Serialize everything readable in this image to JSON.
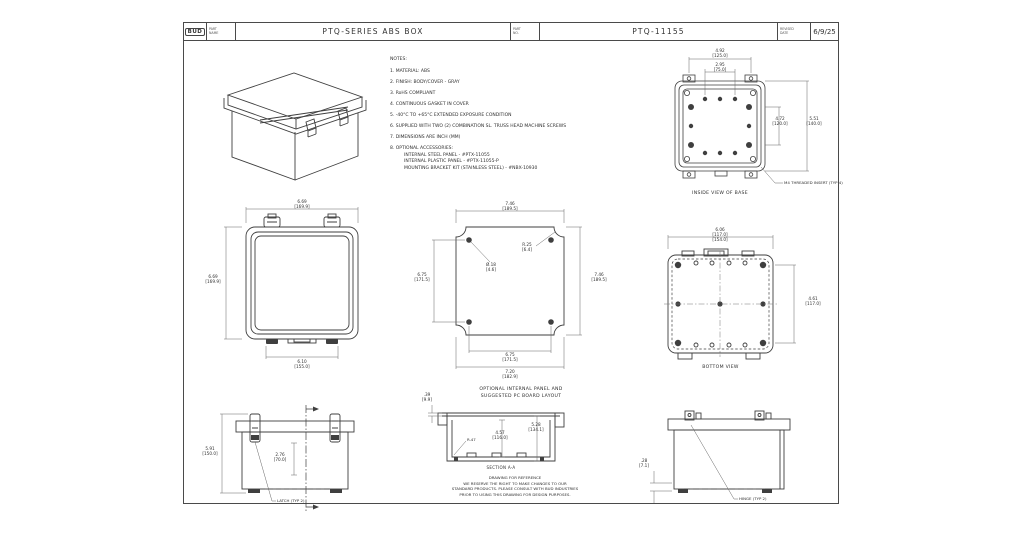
{
  "title_block": {
    "logo": "BUD",
    "part_name_label": "PART\nNAME",
    "part_name": "PTQ-SERIES ABS BOX",
    "part_no_label": "PART\nNO.",
    "part_no": "PTQ-11155",
    "revised_label": "REVISED\nDATE",
    "revised_date": "6/9/25"
  },
  "notes": {
    "heading": "NOTES:",
    "items": [
      "1.   MATERIAL: ABS",
      "2.   FINISH: BODY/COVER - GRAY",
      "3.   RoHS COMPLIANT",
      "4.   CONTINUOUS GASKET IN COVER",
      "5.   -40°C TO +65°C EXTENDED EXPOSURE CONDITION",
      "6.   SUPPLIED WITH TWO (2) COMBINATION SL. TRUSS HEAD MACHINE SCREWS",
      "7.   DIMENSIONS ARE INCH (MM)",
      "8.   OPTIONAL ACCESSORIES:"
    ],
    "accessories": [
      "INTERNAL STEEL PANEL - #PTX-11055",
      "INTERNAL PLASTIC PANEL - #PTX-11055-P",
      "MOUNTING BRACKET KIT (STAINLESS STEEL) - #NBX-10930"
    ]
  },
  "views": {
    "inside_base": {
      "caption": "INSIDE VIEW OF BASE",
      "dim_width_outer": "4.92",
      "dim_width_outer_mm": "[125.0]",
      "dim_width_inner": "2.95",
      "dim_width_inner_mm": "[75.0]",
      "dim_height_inner": "4.72",
      "dim_height_inner_mm": "[120.0]",
      "dim_height_outer": "5.51",
      "dim_height_outer_mm": "[140.0]",
      "insert_note": "M4 THREADED INSERT (TYP 4)"
    },
    "cover": {
      "dim_width": "6.69",
      "dim_width_mm": "[169.9]",
      "dim_height": "6.69",
      "dim_height_mm": "[169.9]",
      "dim_bottom": "6.10",
      "dim_bottom_mm": "[155.0]"
    },
    "panel": {
      "caption_1": "OPTIONAL INTERNAL PANEL AND",
      "caption_2": "SUGGESTED PC BOARD LAYOUT",
      "dim_width": "7.46",
      "dim_width_mm": "[189.5]",
      "dim_height": "7.46",
      "dim_height_mm": "[189.5]",
      "dim_holes_v": "6.75",
      "dim_holes_v_mm": "[171.5]",
      "dim_holes_h": "6.75",
      "dim_holes_h_mm": "[171.5]",
      "dim_bottom_outer": "7.20",
      "dim_bottom_outer_mm": "[182.9]",
      "hole_callout": "Ø.18",
      "hole_callout_mm": "[4.6]",
      "radius_callout": "R.25",
      "radius_callout_mm": "[6.4]"
    },
    "bottom": {
      "caption": "BOTTOM VIEW",
      "dim_width": "6.06",
      "dim_width_mm": "[154.0]",
      "dim_height": "4.61",
      "dim_height_mm": "[117.0]"
    },
    "side_latch": {
      "dim_height": "5.91",
      "dim_height_mm": "[150.0]",
      "dim_inner": "2.76",
      "dim_inner_mm": "[70.0]",
      "latch_note": "LATCH (TYP 2)"
    },
    "section": {
      "caption": "SECTION A-A",
      "dim_lip": ".39",
      "dim_lip_mm": "[9.9]",
      "dim_depth_inner": "4.57",
      "dim_depth_inner_mm": "[116.0]",
      "dim_depth_outer": "5.28",
      "dim_depth_outer_mm": "[134.1]",
      "radius_callout": "R.47"
    },
    "side_hinge": {
      "hinge_note": "HINGE (TYP 2)",
      "dim_foot": ".28",
      "dim_foot_mm": "[7.1]"
    }
  },
  "reference_note": {
    "line1": "DRAWING FOR REFERENCE",
    "line2": "WE RESERVE THE RIGHT TO MAKE CHANGES TO OUR",
    "line3": "STANDARD PRODUCTS. PLEASE CONSULT WITH BUD INDUSTRIES",
    "line4": "PRIOR TO USING THIS DRAWING FOR DESIGN PURPOSES."
  }
}
